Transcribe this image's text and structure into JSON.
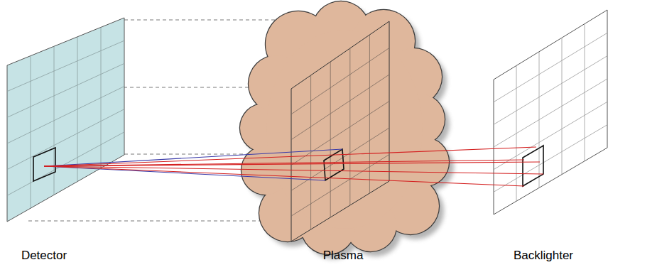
{
  "diagram": {
    "labels": [
      "Detector",
      "Plasma",
      "Backlighter"
    ]
  }
}
